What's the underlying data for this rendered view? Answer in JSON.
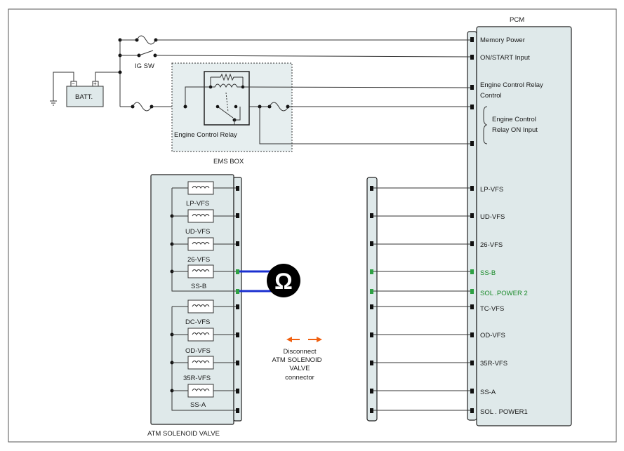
{
  "pcm": {
    "title": "PCM",
    "pins": {
      "memory_power": "Memory Power",
      "on_start": "ON/START Input",
      "ecr_control_1": "Engine Control Relay",
      "ecr_control_2": "Control",
      "ecr_on_1": "Engine Control",
      "ecr_on_2": "Relay ON Input",
      "lp_vfs": "LP-VFS",
      "ud_vfs": "UD-VFS",
      "vfs26": "26-VFS",
      "ss_b": "SS-B",
      "sol_power2": "SOL .POWER 2",
      "tc_vfs": "TC-VFS",
      "od_vfs": "OD-VFS",
      "r35_vfs": "35R-VFS",
      "ss_a": "SS-A",
      "sol_power1": "SOL . POWER1"
    }
  },
  "power": {
    "battery": "BATT.",
    "ig_sw": "IG SW",
    "ems_box": "EMS BOX",
    "relay": "Engine Control Relay"
  },
  "valve": {
    "title": "ATM SOLENOID VALVE",
    "solenoids": {
      "lp": "LP-VFS",
      "ud": "UD-VFS",
      "s26": "26-VFS",
      "ssb": "SS-B",
      "dc": "DC-VFS",
      "od": "OD-VFS",
      "r35": "35R-VFS",
      "ssa": "SS-A"
    }
  },
  "instruction": {
    "line1": "Disconnect",
    "line2": "ATM SOLENOID",
    "line3": "VALVE",
    "line4": "connector"
  },
  "meter": {
    "symbol": "Ω"
  },
  "colors": {
    "highlight_text": "#1a8a2a",
    "test_lead": "#1a2fd0",
    "arrow": "#f06010",
    "highlight_pin": "#2ea043"
  }
}
